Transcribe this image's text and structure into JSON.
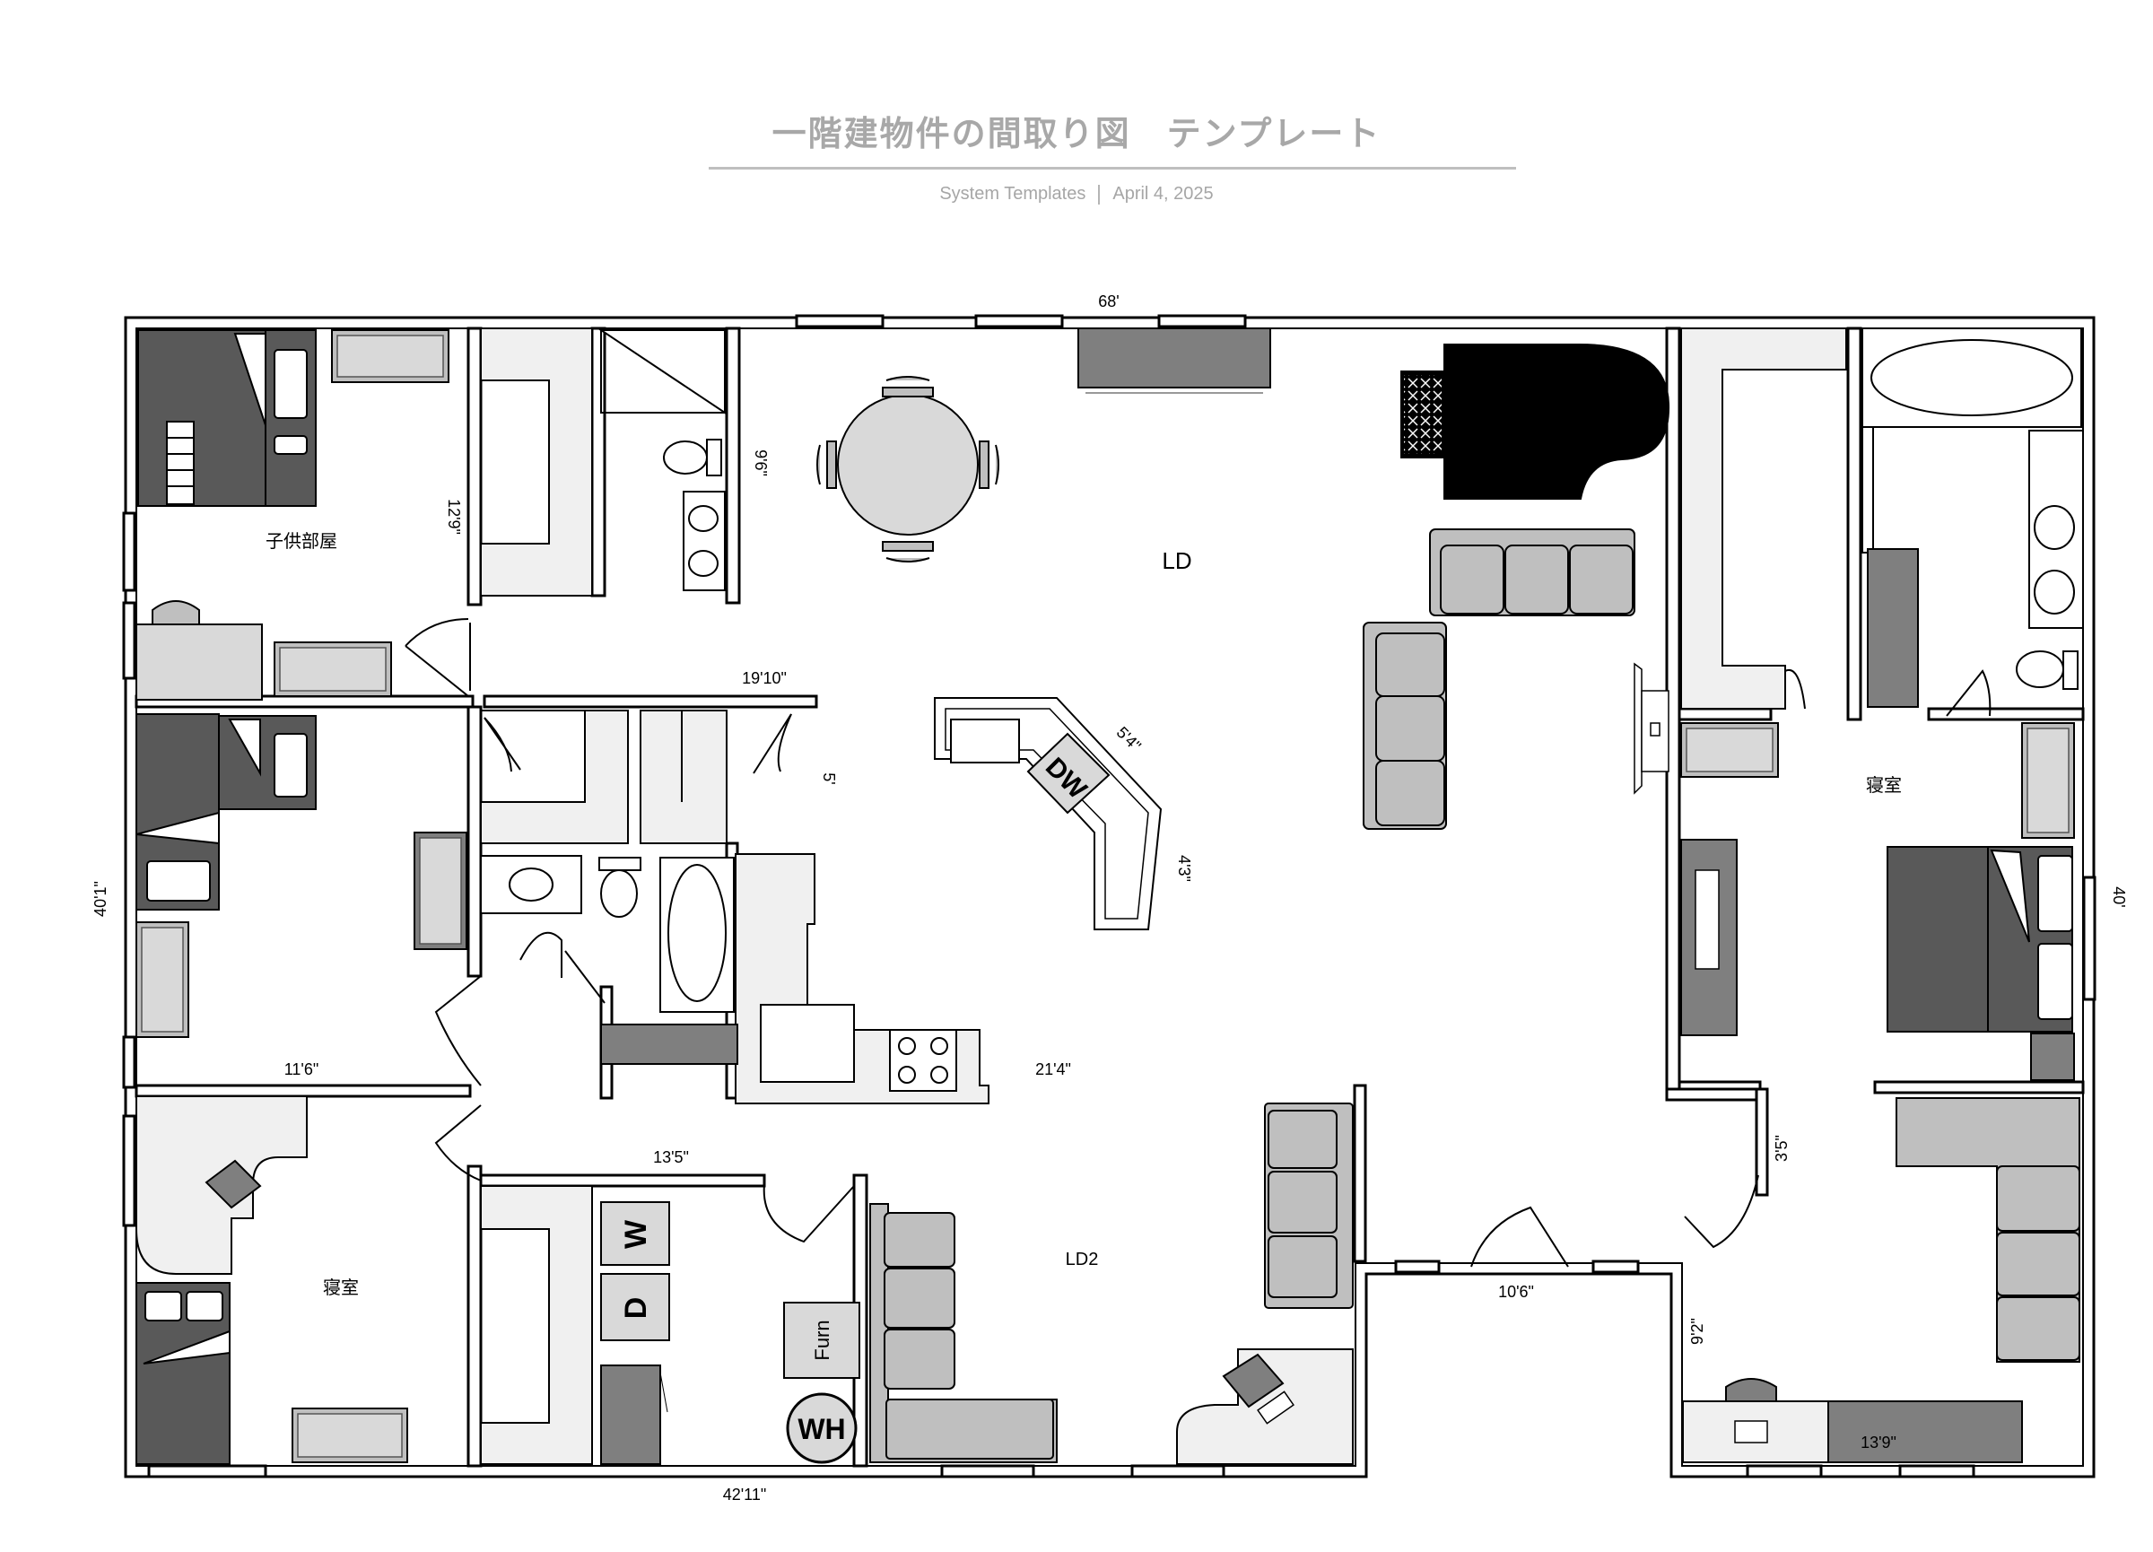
{
  "header": {
    "title": "一階建物件の間取り図　テンプレート",
    "source": "System Templates",
    "date": "April 4, 2025"
  },
  "rooms": {
    "kids_room": "子供部屋",
    "ld": "LD",
    "ld2": "LD2",
    "bedroom_left": "寝室",
    "bedroom_right": "寝室"
  },
  "dimensions": {
    "top_width": "68'",
    "bottom_width": "42'11\"",
    "left_height": "40'1\"",
    "right_height": "40'",
    "d_12_9": "12'9\"",
    "d_9_6": "9'6\"",
    "d_19_10": "19'10\"",
    "d_5": "5'",
    "d_5_4": "5'4\"",
    "d_4_3": "4'3\"",
    "d_11_6": "11'6\"",
    "d_21_4": "21'4\"",
    "d_13_5": "13'5\"",
    "d_10_6": "10'6\"",
    "d_3_5": "3'5\"",
    "d_9_2": "9'2\"",
    "d_13_9": "13'9\""
  },
  "fixtures": {
    "dishwasher": "DW",
    "washer": "W",
    "dryer": "D",
    "water_heater": "WH",
    "furnace": "Furn"
  },
  "colors": {
    "wall": "#000000",
    "furniture_light": "#d9d9d9",
    "furniture_mid": "#bfbfbf",
    "furniture_dark": "#595959",
    "counter": "#f0f0f0",
    "piano": "#000000"
  }
}
